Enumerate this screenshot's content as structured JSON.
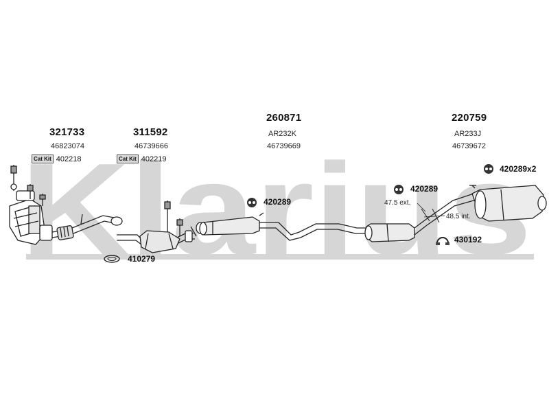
{
  "watermark": {
    "text": "Klarius",
    "color": "#d6d6d6"
  },
  "parts": {
    "p1": {
      "number": "321733",
      "oe": "46823074",
      "kit_label": "Cat Kit",
      "kit_number": "402218"
    },
    "p2": {
      "number": "311592",
      "oe": "46739666",
      "kit_label": "Cat Kit",
      "kit_number": "402219"
    },
    "p3": {
      "number": "260871",
      "code": "AR232K",
      "oe": "46739669"
    },
    "p4": {
      "number": "220759",
      "code": "AR233J",
      "oe": "46739672"
    }
  },
  "callouts": {
    "gasket": "410279",
    "mount_mid": "420289",
    "mount_rear": "420289",
    "mount_rear_pair": "420289x2",
    "clamp": "430192"
  },
  "dimensions": {
    "ext": "47.5 ext.",
    "int": "48.5 int."
  },
  "icons": {
    "gasket": "ring-gasket-icon",
    "mount": "rubber-mount-icon",
    "clamp": "pipe-clamp-icon"
  }
}
